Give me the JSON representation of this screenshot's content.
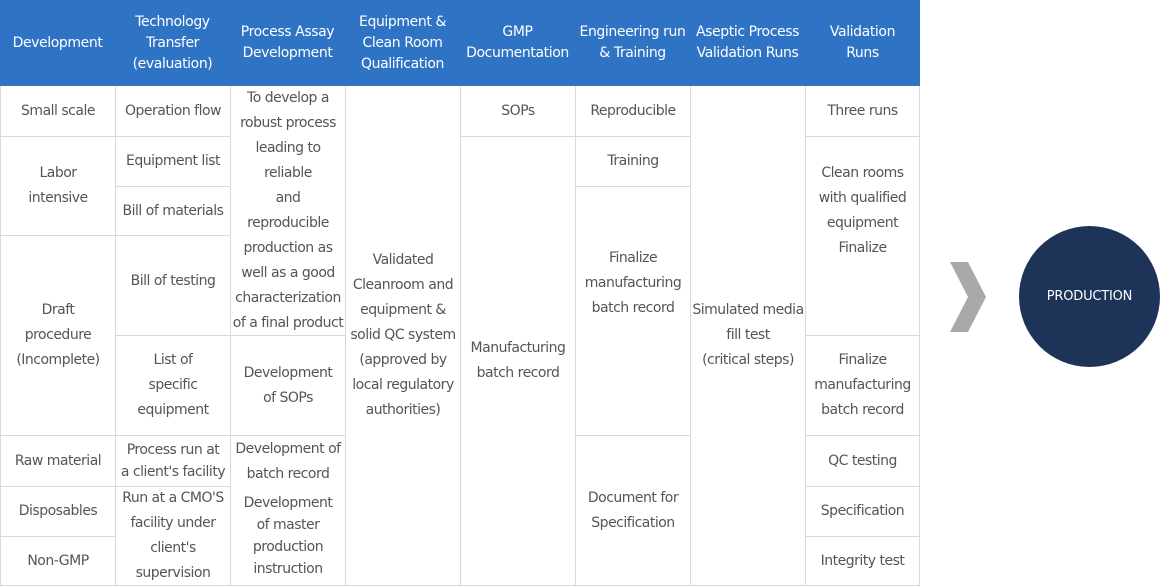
{
  "headers": [
    "Development",
    "Technology\nTransfer\n(evaluation)",
    "Process Assay\nDevelopment",
    "Equipment &\nClean Room\nQualification",
    "GMP\nDocumentation",
    "Engineering run\n& Training",
    "Aseptic Process\nValidation Runs",
    "Validation\nRuns"
  ],
  "cells": {
    "dev_small_scale": "Small scale",
    "dev_labor_intensive": "Labor\nintensive",
    "dev_draft_procedure": "Draft\nprocedure\n(Incomplete)",
    "dev_raw_material": "Raw material",
    "dev_disposables": "Disposables",
    "dev_non_gmp": "Non-GMP",
    "tt_operation_flow": "Operation flow",
    "tt_equipment_list": "Equipment list",
    "tt_bill_of_materials": "Bill of materials",
    "tt_bill_of_testing": "Bill of testing",
    "tt_list_specific_equipment": "List of\nspecific\nequipment",
    "tt_process_run_client": "Process run at\na client's facility",
    "tt_run_cmo": "Run at a CMO'S\nfacility under\nclient's supervision",
    "pad_robust_process": "To develop a\nrobust process\nleading to reliable\nand\nreproducible\nproduction as\nwell as a good\ncharacterization\nof a final product",
    "pad_development_sops": "Development\nof SOPs",
    "pad_development_batch_record": "Development of\nbatch record",
    "pad_development_master": "Development\nof master\nproduction\ninstruction",
    "eq_validated_cleanroom": "Validated\nCleanroom and\nequipment &\nsolid QC system\n(approved by\nlocal regulatory\nauthorities)",
    "gmp_sops": "SOPs",
    "gmp_manufacturing_batch_record": "Manufacturing\nbatch record",
    "eng_reproducible": "Reproducible",
    "eng_training": "Training",
    "eng_finalize_batch_record": "Finalize\nmanufacturing\nbatch record",
    "eng_document_specification": "Document for\nSpecification",
    "apv_simulated_media_fill": "Simulated media\nfill test\n(critical steps)",
    "val_three_runs": "Three runs",
    "val_clean_rooms": "Clean rooms\nwith qualified\nequipment\nFinalize",
    "val_finalize_batch_record": "Finalize\nmanufacturing\nbatch record",
    "val_qc_testing": "QC testing",
    "val_specification": "Specification",
    "val_integrity_test": "Integrity test"
  },
  "production_label": "PRODUCTION",
  "colors": {
    "header": "#2f73c5",
    "production": "#1e3358",
    "arrow": "#a9a9a9",
    "text": "#555555",
    "border": "#d9d9d9"
  },
  "icons": {
    "arrow": "chevron-right-icon"
  }
}
